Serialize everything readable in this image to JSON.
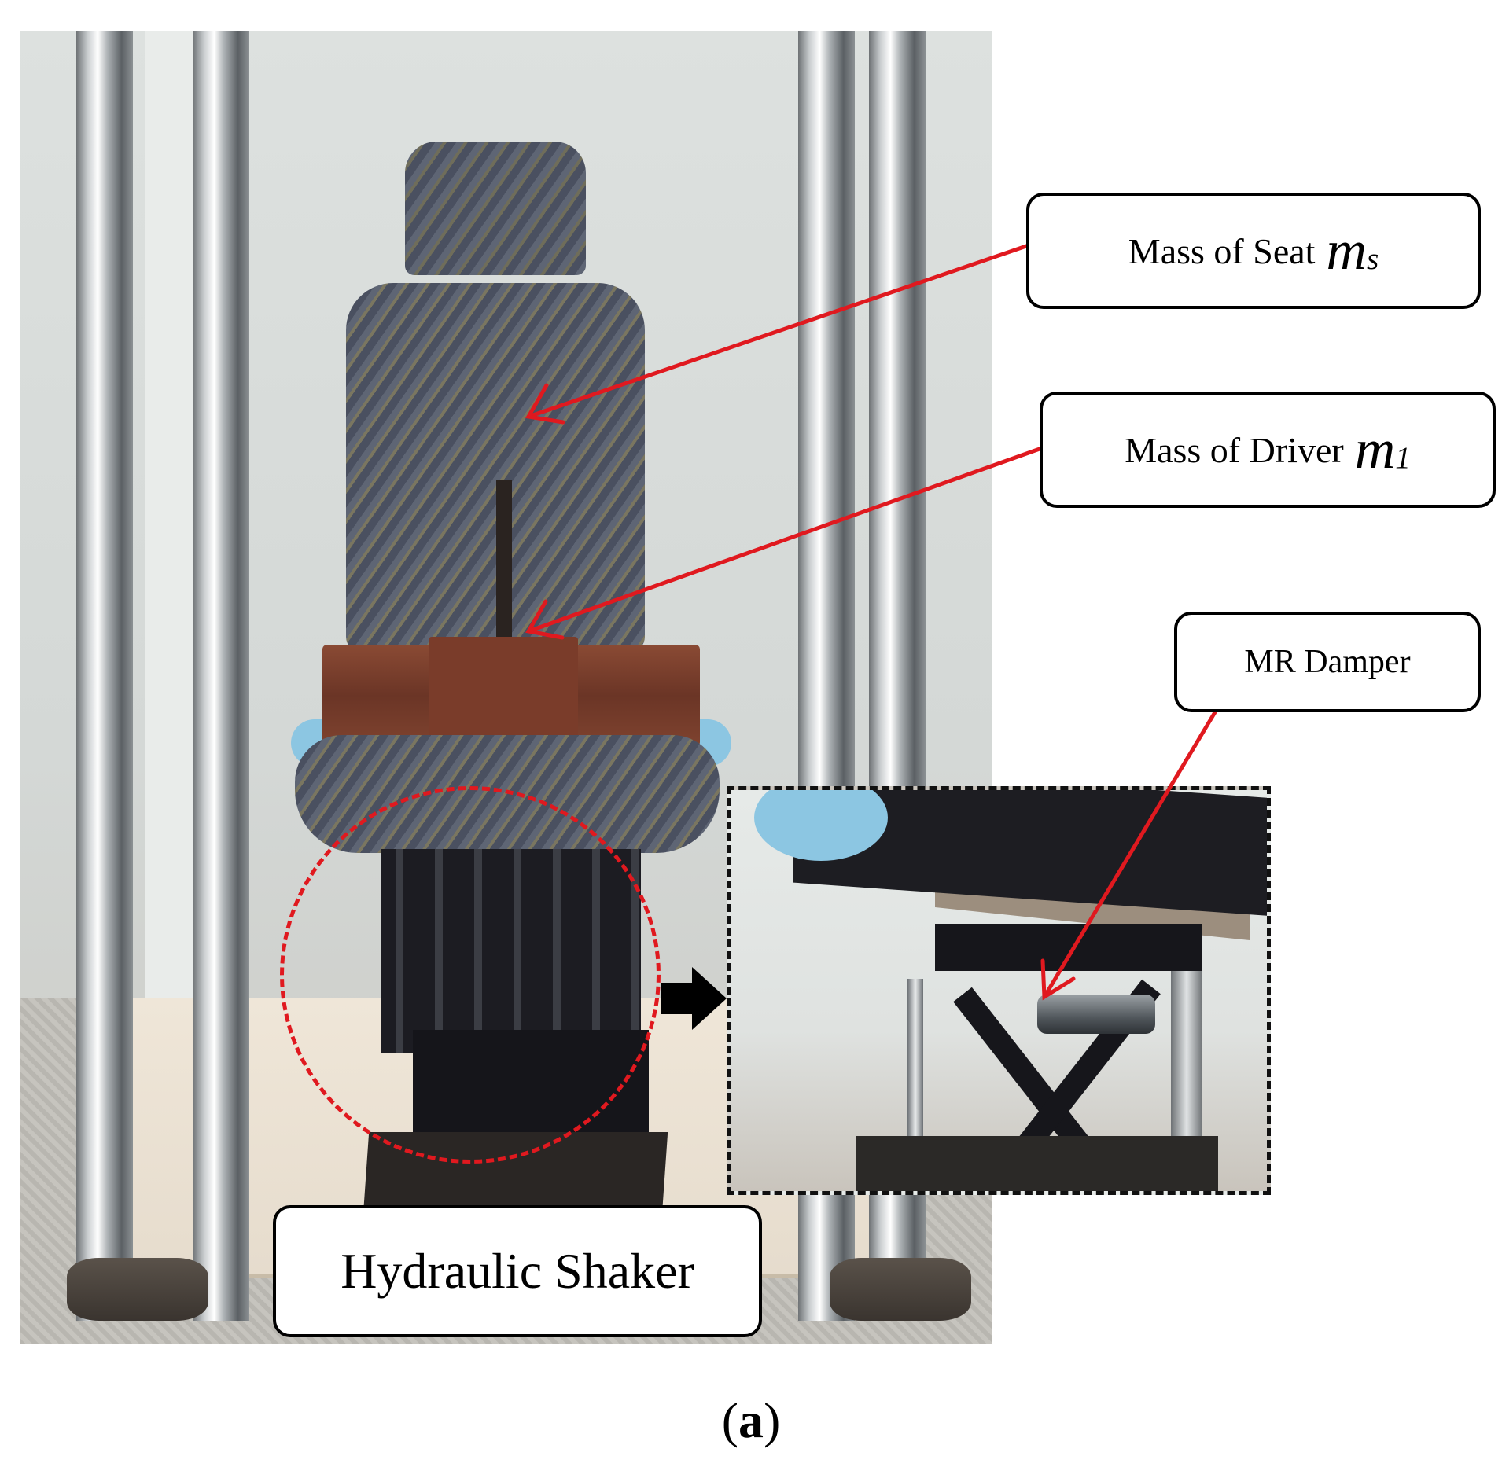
{
  "labels": {
    "seat_text": "Mass of Seat",
    "seat_symbol": "m",
    "seat_subscript": "s",
    "driver_text": "Mass of Driver",
    "driver_symbol": "m",
    "driver_subscript": "1",
    "damper": "MR Damper",
    "shaker": "Hydraulic Shaker"
  },
  "caption": {
    "open": "(",
    "letter": "a",
    "close": ")"
  },
  "colors": {
    "pointer": "#e0191f",
    "highlight_circle": "#e0191f",
    "inset_border": "#111111"
  }
}
